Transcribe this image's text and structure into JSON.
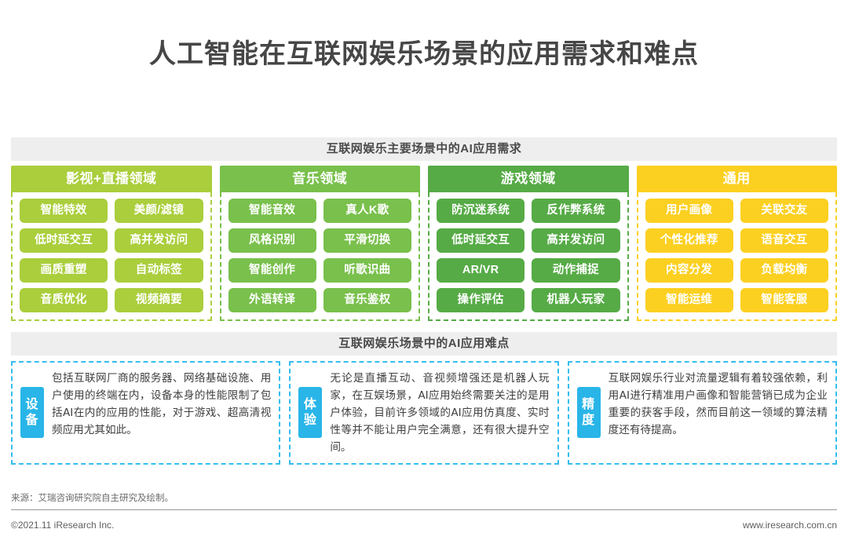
{
  "title": "人工智能在互联网娱乐场景的应用需求和难点",
  "demand_section": {
    "header": "互联网娱乐主要场景中的AI应用需求",
    "columns": [
      {
        "name": "影视+直播领域",
        "color": "#aace3c",
        "items": [
          "智能特效",
          "美颜/滤镜",
          "低时延交互",
          "高并发访问",
          "画质重塑",
          "自动标签",
          "音质优化",
          "视频摘要"
        ]
      },
      {
        "name": "音乐领域",
        "color": "#79c04c",
        "items": [
          "智能音效",
          "真人K歌",
          "风格识别",
          "平滑切换",
          "智能创作",
          "听歌识曲",
          "外语转译",
          "音乐鉴权"
        ]
      },
      {
        "name": "游戏领域",
        "color": "#56ab46",
        "items": [
          "防沉迷系统",
          "反作弊系统",
          "低时延交互",
          "高并发访问",
          "AR/VR",
          "动作捕捉",
          "操作评估",
          "机器人玩家"
        ]
      },
      {
        "name": "通用",
        "color": "#fcd021",
        "items": [
          "用户画像",
          "关联交友",
          "个性化推荐",
          "语音交互",
          "内容分发",
          "负载均衡",
          "智能运维",
          "智能客服"
        ]
      }
    ]
  },
  "difficulty_section": {
    "header": "互联网娱乐场景中的AI应用难点",
    "accent_color": "#29b5e8",
    "boxes": [
      {
        "tag_line1": "设",
        "tag_line2": "备",
        "text": "包括互联网厂商的服务器、网络基础设施、用户使用的终端在内，设备本身的性能限制了包括AI在内的应用的性能，对于游戏、超高清视频应用尤其如此。"
      },
      {
        "tag_line1": "体",
        "tag_line2": "验",
        "text": "无论是直播互动、音视频增强还是机器人玩家，在互娱场景，AI应用始终需要关注的是用户体验，目前许多领域的AI应用仿真度、实时性等并不能让用户完全满意，还有很大提升空间。"
      },
      {
        "tag_line1": "精",
        "tag_line2": "度",
        "text": "互联网娱乐行业对流量逻辑有着较强依赖，利用AI进行精准用户画像和智能营销已成为企业重要的获客手段，然而目前这一领域的算法精度还有待提高。"
      }
    ]
  },
  "footer": {
    "source": "来源：艾瑞咨询研究院自主研究及绘制。",
    "copyright": "©2021.11 iResearch Inc.",
    "website": "www.iresearch.com.cn"
  }
}
